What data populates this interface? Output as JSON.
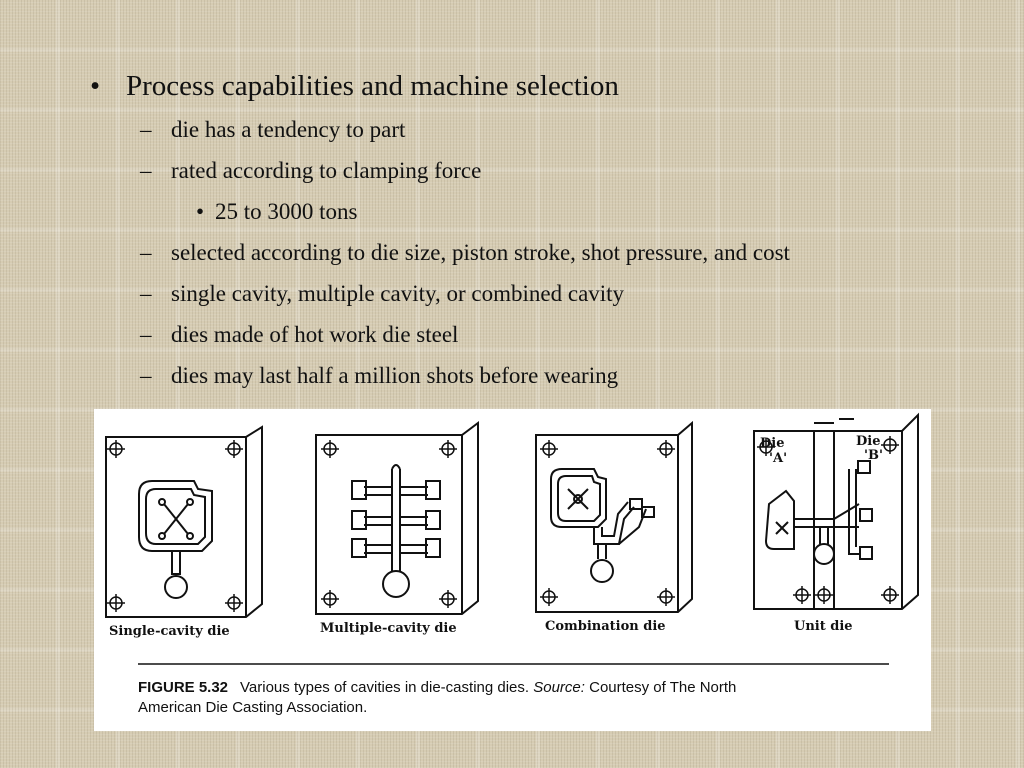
{
  "slide": {
    "bullet": {
      "marker": "•",
      "text": "Process capabilities and machine selection"
    },
    "subitems": [
      {
        "marker": "–",
        "text": "die has a tendency to part"
      },
      {
        "marker": "–",
        "text": "rated according to clamping force"
      },
      {
        "marker": "•",
        "text": "25 to 3000 tons",
        "level": 3
      },
      {
        "marker": "–",
        "text": "selected according to die size, piston stroke, shot pressure, and cost"
      },
      {
        "marker": "–",
        "text": "single cavity, multiple cavity, or combined cavity"
      },
      {
        "marker": "–",
        "text": "dies made of hot work die steel"
      },
      {
        "marker": "–",
        "text": "dies may last half a million shots before wearing"
      }
    ]
  },
  "figure": {
    "panels": [
      {
        "label": "Single-cavity die"
      },
      {
        "label": "Multiple-cavity die"
      },
      {
        "label": "Combination die"
      },
      {
        "label": "Unit die",
        "die_a": "Die",
        "die_a_name": "'A'",
        "die_b": "Die",
        "die_b_name": "'B'"
      }
    ],
    "caption": {
      "number": "FIGURE 5.32",
      "text1": "Various types of cavities in die-casting dies. ",
      "source_label": "Source:",
      "text2": " Courtesy of The North",
      "line2": "American Die Casting Association."
    }
  }
}
